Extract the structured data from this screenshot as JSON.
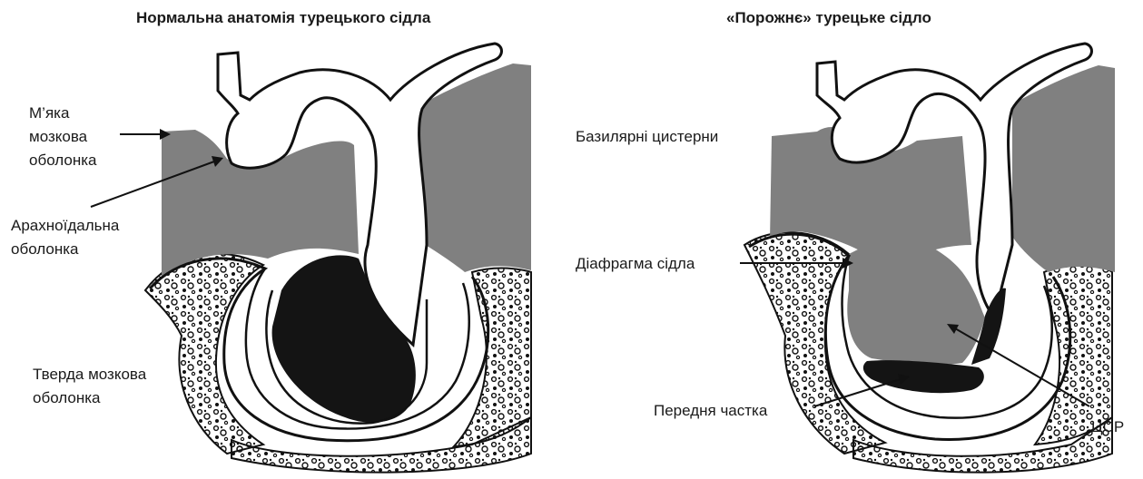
{
  "left_panel": {
    "title": "Нормальна анатомія турецького сідла",
    "labels": {
      "pia_mater_1": "М’яка",
      "pia_mater_2": "мозкова",
      "pia_mater_3": "оболонка",
      "arachnoid_1": "Арахноїдальна",
      "arachnoid_2": "оболонка",
      "dura_1": "Тверда мозкова",
      "dura_2": "оболонка"
    }
  },
  "right_panel": {
    "title": "«Порожнє» турецьке сідло",
    "labels": {
      "basilar_cisterns": "Базилярні цистерни",
      "diaphragm": "Діафрагма сідла",
      "anterior_lobe": "Передня частка",
      "csf": "ЦСР"
    }
  },
  "colors": {
    "brain_gray": "#808080",
    "fluid_black": "#141414",
    "line": "#111111",
    "bone_bg": "#ffffff"
  }
}
